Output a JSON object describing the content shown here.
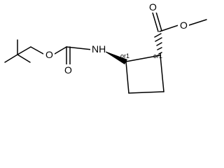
{
  "structure": {
    "atoms": {
      "oxygen_carbonyl_ester": "O",
      "oxygen_ester_methoxy": "O",
      "oxygen_boc_ether": "O",
      "oxygen_boc_carbonyl": "O",
      "nitrogen_amide": "NH"
    },
    "stereo_flags": {
      "left_center": "or1",
      "right_center": "or1"
    }
  }
}
